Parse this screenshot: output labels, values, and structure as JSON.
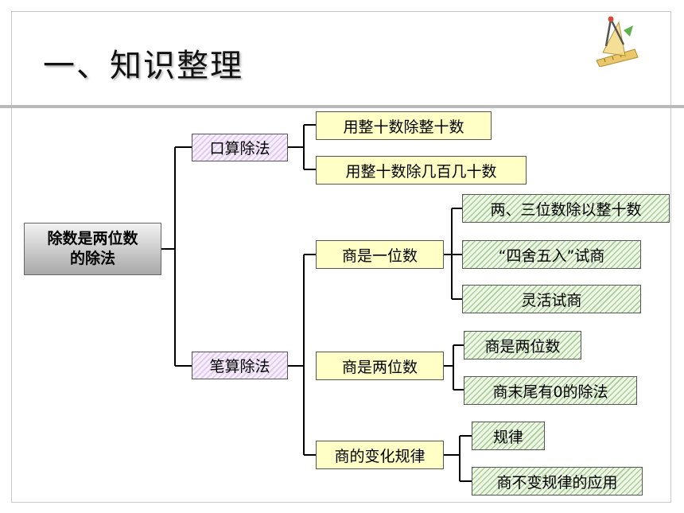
{
  "title": "一、知识整理",
  "root": {
    "line1": "除数是两位数",
    "line2": "的除法"
  },
  "level1": {
    "oral": "口算除法",
    "written": "笔算除法"
  },
  "oral_children": [
    "用整十数除整十数",
    "用整十数除几百几十数"
  ],
  "written_children": [
    "商是一位数",
    "商是两位数",
    "商的变化规律"
  ],
  "one_digit_children": [
    "两、三位数除以整十数",
    "“四舍五入”试商",
    "灵活试商"
  ],
  "two_digit_children": [
    "商是两位数",
    "商末尾有0的除法"
  ],
  "rule_children": [
    "规律",
    "商不变规律的应用"
  ],
  "colors": {
    "yellow": "#ffffc6",
    "lavender": "#e2cdf0",
    "green": "#a9cf94",
    "line": "#000000"
  },
  "logo_icon": "ruler-compass-icon"
}
